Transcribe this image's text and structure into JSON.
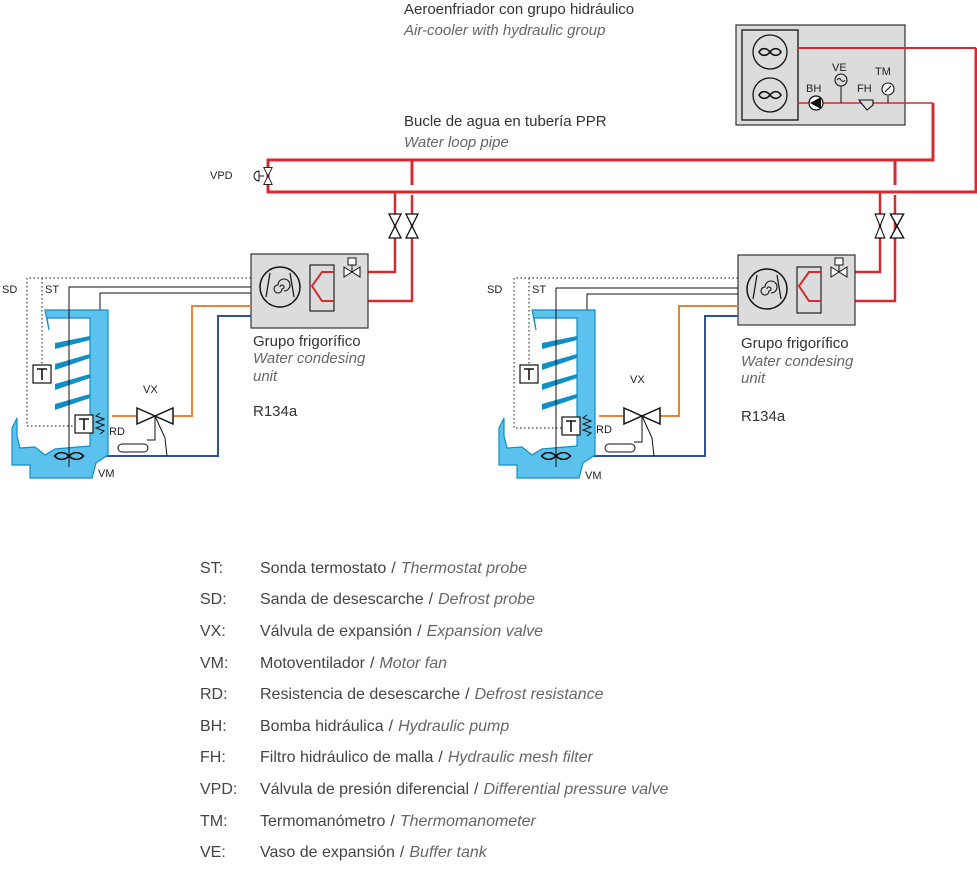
{
  "air_cooler": {
    "title_es": "Aeroenfriador con grupo hidráulico",
    "title_en": "Air-cooler with hydraulic group",
    "labels": {
      "bh": "BH",
      "ve": "VE",
      "fh": "FH",
      "tm": "TM"
    }
  },
  "water_loop": {
    "title_es": "Bucle de agua en tubería PPR",
    "title_en": "Water loop pipe",
    "vpd_label": "VPD"
  },
  "units": [
    {
      "title_es": "Grupo frigorífico",
      "title_en_line1": "Water condesing",
      "title_en_line2": "unit",
      "refrigerant": "R134a",
      "labels": {
        "sd": "SD",
        "st": "ST",
        "vx": "VX",
        "rd": "RD",
        "vm": "VM",
        "t": "T"
      }
    },
    {
      "title_es": "Grupo frigorífico",
      "title_en_line1": "Water condesing",
      "title_en_line2": "unit",
      "refrigerant": "R134a",
      "labels": {
        "sd": "SD",
        "st": "ST",
        "vx": "VX",
        "rd": "RD",
        "vm": "VM",
        "t": "T"
      }
    }
  ],
  "legend": [
    {
      "code": "ST:",
      "es": "Sonda termostato",
      "en": "Thermostat probe"
    },
    {
      "code": "SD:",
      "es": "Sanda de desescarche",
      "en": "Defrost probe"
    },
    {
      "code": "VX:",
      "es": "Válvula de expansión",
      "en": "Expansion valve"
    },
    {
      "code": "VM:",
      "es": "Motoventilador",
      "en": "Motor fan"
    },
    {
      "code": "RD:",
      "es": "Resistencia de desescarche",
      "en": "Defrost resistance"
    },
    {
      "code": "BH:",
      "es": "Bomba hidráulica",
      "en": "Hydraulic pump"
    },
    {
      "code": "FH:",
      "es": "Filtro hidráulico de malla",
      "en": "Hydraulic mesh filter"
    },
    {
      "code": "VPD:",
      "es": "Válvula de presión diferencial",
      "en": "Differential pressure valve"
    },
    {
      "code": "TM:",
      "es": "Termomanómetro",
      "en": "Thermomanometer"
    },
    {
      "code": "VE:",
      "es": "Vaso de expansión",
      "en": "Buffer tank"
    }
  ],
  "colors": {
    "water_pipe": "#d42a32",
    "liquid_line": "#e8843a",
    "suction_line": "#2f4f9f",
    "cabinet": "#5bc2ee",
    "unit_box": "#dcdcdc"
  }
}
